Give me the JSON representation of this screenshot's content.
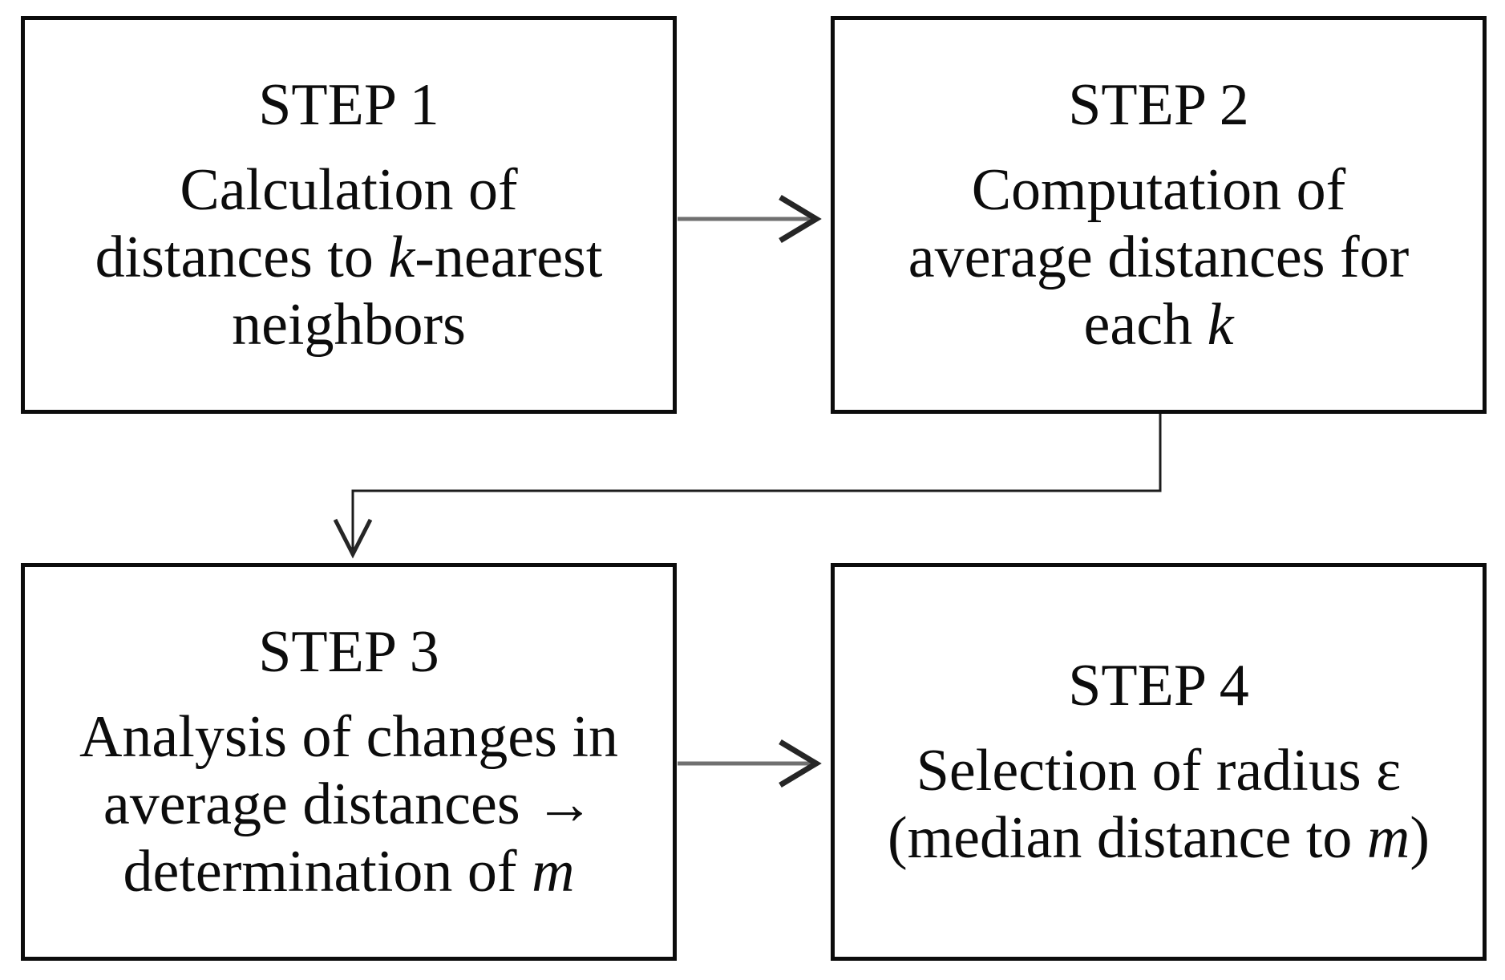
{
  "diagram": {
    "type": "flowchart",
    "colors": {
      "background": "#ffffff",
      "box_border": "#0c0c0c",
      "text": "#0c0c0c",
      "arrow_line": "#707070",
      "arrow_head": "#262626",
      "connector": "#1c1c1c"
    },
    "steps": [
      {
        "title": "STEP 1",
        "lines": [
          [
            {
              "t": "Calculation of"
            }
          ],
          [
            {
              "t": "distances to "
            },
            {
              "t": "k",
              "i": true
            },
            {
              "t": "-nearest"
            }
          ],
          [
            {
              "t": "neighbors"
            }
          ]
        ]
      },
      {
        "title": "STEP 2",
        "lines": [
          [
            {
              "t": "Computation of"
            }
          ],
          [
            {
              "t": "average distances for"
            }
          ],
          [
            {
              "t": "each "
            },
            {
              "t": "k",
              "i": true
            }
          ]
        ]
      },
      {
        "title": "STEP 3",
        "lines": [
          [
            {
              "t": "Analysis of changes in"
            }
          ],
          [
            {
              "t": "average distances →"
            }
          ],
          [
            {
              "t": "determination of "
            },
            {
              "t": "m",
              "i": true
            }
          ]
        ]
      },
      {
        "title": "STEP 4",
        "lines": [
          [
            {
              "t": "Selection of radius ε"
            }
          ],
          [
            {
              "t": "(median distance to "
            },
            {
              "t": "m",
              "i": true
            },
            {
              "t": ")"
            }
          ]
        ]
      }
    ],
    "arrows": [
      {
        "from": "STEP 1",
        "to": "STEP 2",
        "style": "straight"
      },
      {
        "from": "STEP 2",
        "to": "STEP 3",
        "style": "elbow"
      },
      {
        "from": "STEP 3",
        "to": "STEP 4",
        "style": "straight"
      }
    ]
  }
}
